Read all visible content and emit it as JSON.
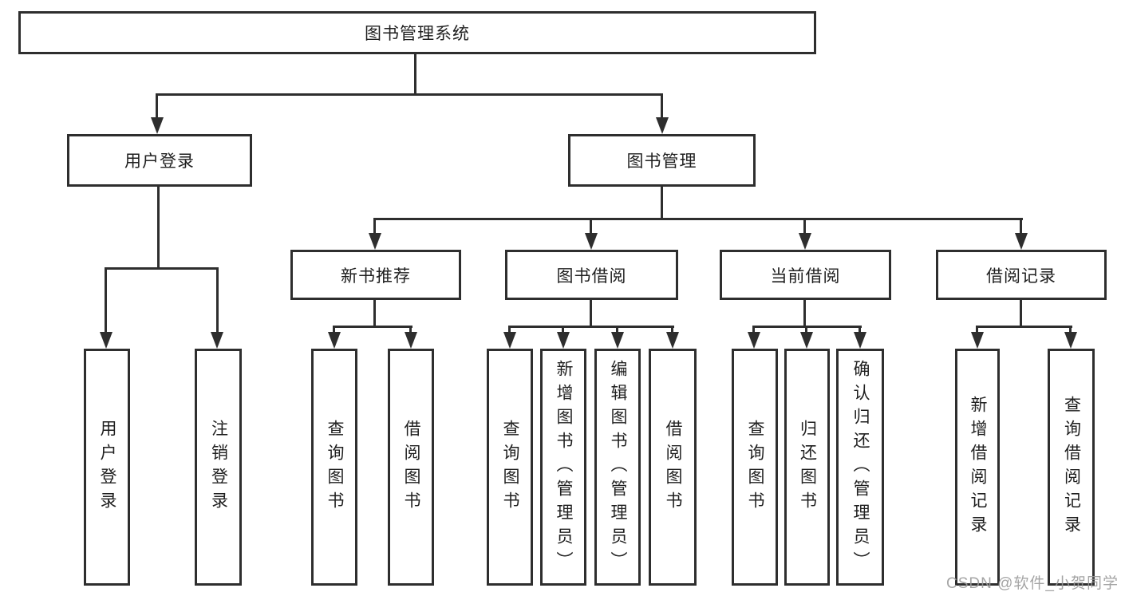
{
  "tree": {
    "root": "图书管理系统",
    "level2": [
      "用户登录",
      "图书管理"
    ],
    "level3": [
      "新书推荐",
      "图书借阅",
      "当前借阅",
      "借阅记录"
    ],
    "level4": {
      "under_user_login": [
        "用户登录",
        "注销登录"
      ],
      "under_new_book": [
        "查询图书",
        "借阅图书"
      ],
      "under_book_borrow": [
        "查询图书",
        "新增图书（管理员）",
        "编辑图书（管理员）",
        "借阅图书"
      ],
      "under_current_borrow": [
        "查询图书",
        "归还图书",
        "确认归还（管理员）"
      ],
      "under_borrow_records": [
        "新增借阅记录",
        "查询借阅记录"
      ]
    }
  },
  "watermark": {
    "text": "CSDN @软件_小贺同学",
    "color": "#9b9b9b"
  },
  "colors": {
    "line": "#2e2e2e",
    "text": "#1f1f1f",
    "box_background": "#ffffff",
    "page_background": "#ffffff"
  }
}
